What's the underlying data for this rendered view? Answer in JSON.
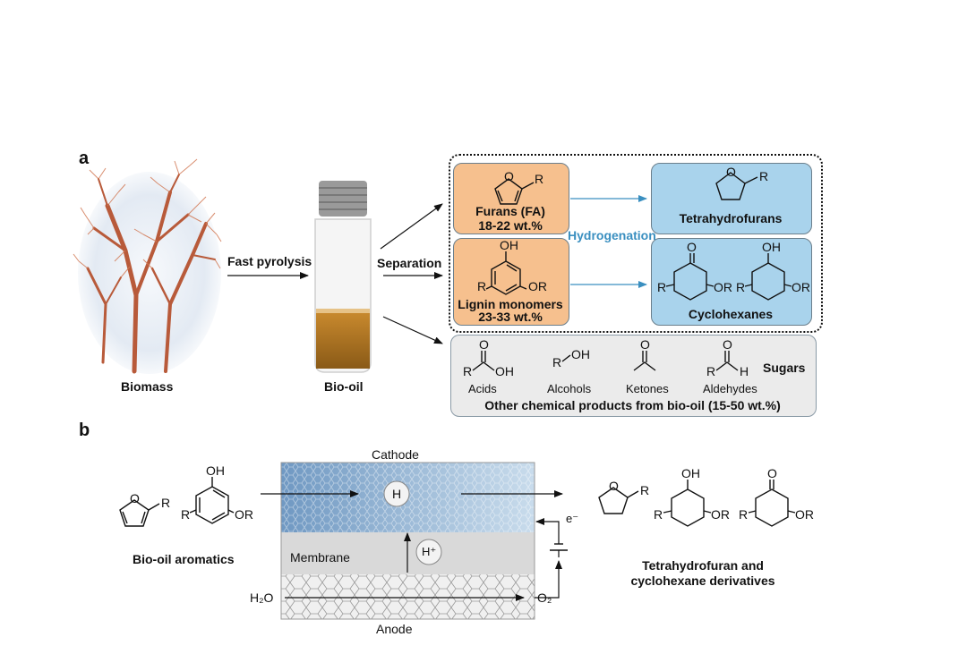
{
  "panels": {
    "a": "a",
    "b": "b"
  },
  "a": {
    "biomass_label": "Biomass",
    "pyrolysis_label": "Fast pyrolysis",
    "biooil_label": "Bio-oil",
    "separation_label": "Separation",
    "hydrogenation_label": "Hydrogenation",
    "furans_title": "Furans (FA)",
    "furans_wt": "18-22 wt.%",
    "lignin_title": "Lignin monomers",
    "lignin_wt": "23-33 wt.%",
    "thf_label": "Tetrahydrofurans",
    "cyclohexanes_label": "Cyclohexanes",
    "other_caption": "Other chemical products from bio-oil (15-50 wt.%)",
    "sugars_label": "Sugars",
    "acids_label": "Acids",
    "alcohols_label": "Alcohols",
    "ketones_label": "Ketones",
    "aldehydes_label": "Aldehydes",
    "atoms": {
      "R": "R",
      "O": "O",
      "OH": "OH",
      "OR": "OR",
      "H": "H"
    }
  },
  "b": {
    "cathode_label": "Cathode",
    "anode_label": "Anode",
    "membrane_label": "Membrane",
    "h_label": "H",
    "hplus_label": "H⁺",
    "h2o_label": "H₂O",
    "o2_label": "O₂",
    "electron_label": "e⁻",
    "aromatics_label": "Bio-oil aromatics",
    "products_line1": "Tetrahydrofuran and",
    "products_line2": "cyclohexane derivatives"
  },
  "colors": {
    "orange_box": "#f6c08e",
    "blue_box": "#a9d3ec",
    "grey_box": "#ebebeb",
    "hydrogenation_text": "#3a8fc0",
    "cathode": "#8fb4d6",
    "membrane": "#d9d9d9",
    "anode": "#f0f0f0"
  }
}
